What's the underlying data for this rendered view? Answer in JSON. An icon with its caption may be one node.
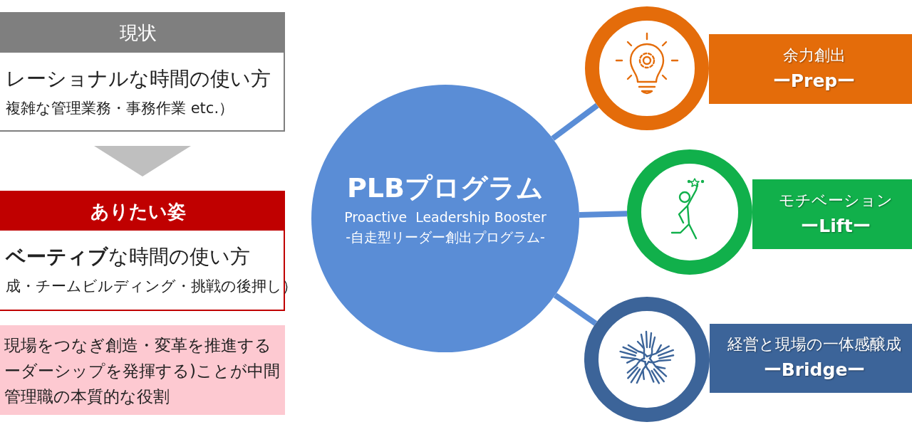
{
  "diagram": {
    "nodes": [
      {
        "text": [
          "現状",
          "レーショナルな時間の使い方",
          "複雑な管理業務・事務作業 etc.）"
        ]
      },
      {
        "text": [
          "ありたい姿",
          "**ベーティブ**な時間の使い方",
          "成・チームビルディング・挑戦の後押し）"
        ]
      },
      {
        "text": [
          "現場をつなぎ創造・変革を推進するーダーシップを発揮する)ことが中間管理職の本質的な役割"
        ]
      },
      {
        "text": [
          "PLBプログラム",
          "Proactive  Leadership Booster",
          "-自走型リーダー創出プログラム-"
        ]
      },
      {
        "text": [],
        "shape": "circle"
      },
      {
        "text": [
          "余力創出",
          "ーPrepー"
        ]
      },
      {
        "text": [],
        "shape": "circle"
      },
      {
        "text": [
          "モチベーション",
          "ーLiftー"
        ]
      },
      {
        "text": [],
        "shape": "circle"
      },
      {
        "text": [
          "経営と現場の一体感醸成",
          "ーBridgeー"
        ]
      }
    ],
    "edges": [
      {
        "from": 0,
        "to": 1,
        "arrow": "to",
        "color": "#bfbfbf"
      },
      {
        "from": 3,
        "to": 4,
        "arrow": "none"
      },
      {
        "from": 3,
        "to": 6,
        "arrow": "none"
      },
      {
        "from": 3,
        "to": 8,
        "arrow": "none"
      }
    ]
  }
}
